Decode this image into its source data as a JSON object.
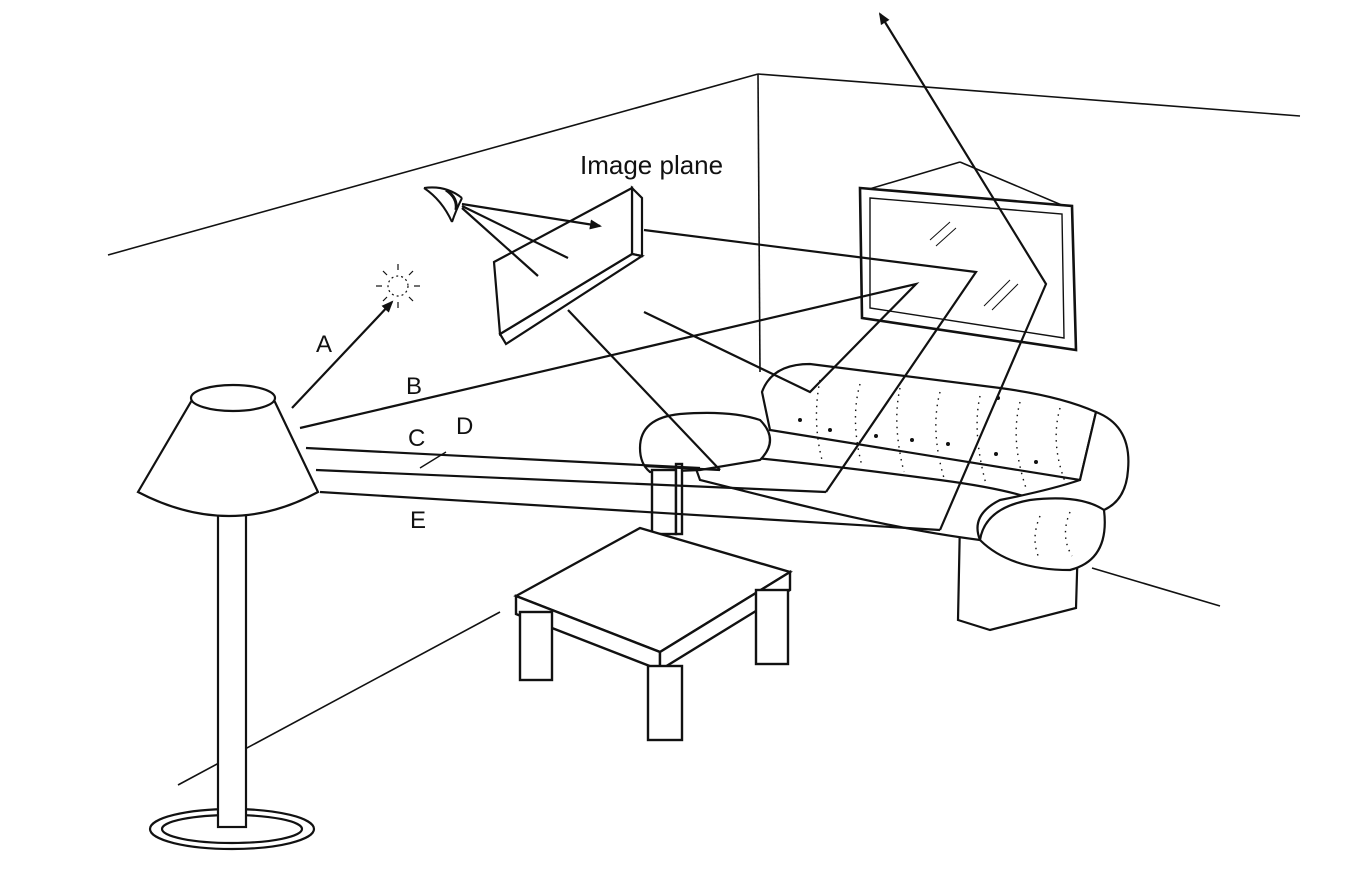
{
  "diagram": {
    "title": "Image plane",
    "ray_labels": {
      "a": "A",
      "b": "B",
      "c": "C",
      "d": "D",
      "e": "E"
    }
  },
  "colors": {
    "ink": "#111111",
    "paper": "#ffffff"
  },
  "icons": [
    "eye-icon",
    "light-burst-icon"
  ]
}
